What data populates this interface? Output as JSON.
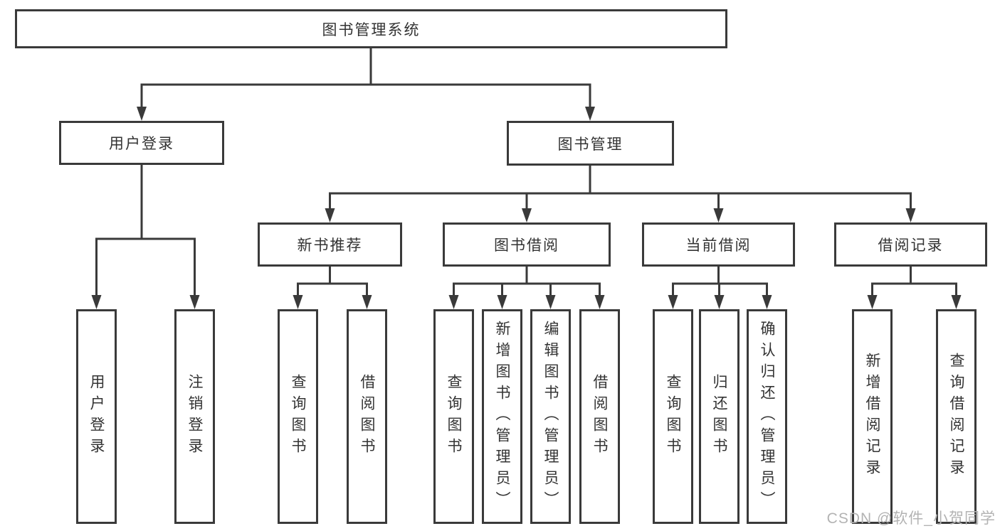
{
  "diagram": {
    "watermark": "CSDN @软件_小贺同学",
    "colors": {
      "line": "#3a3a3a",
      "text": "#333333",
      "background": "#ffffff",
      "watermark": "#b3b3b3"
    },
    "nodes": {
      "root": {
        "label": "图书管理系统"
      },
      "user_login": {
        "label": "用户登录"
      },
      "book_mgmt": {
        "label": "图书管理"
      },
      "new_book_rec": {
        "label": "新书推荐"
      },
      "book_borrow": {
        "label": "图书借阅"
      },
      "current_borrow": {
        "label": "当前借阅"
      },
      "borrow_records": {
        "label": "借阅记录"
      },
      "user_login_leaf": {
        "label": "用户登录"
      },
      "logout_leaf": {
        "label": "注销登录"
      },
      "rec_query_books": {
        "label": "查询图书"
      },
      "rec_borrow_books": {
        "label": "借阅图书"
      },
      "bb_query_books": {
        "label": "查询图书"
      },
      "bb_add_books": {
        "label": "新增图书（管理员）"
      },
      "bb_edit_books": {
        "label": "编辑图书（管理员）"
      },
      "bb_borrow_books": {
        "label": "借阅图书"
      },
      "cb_query_books": {
        "label": "查询图书"
      },
      "cb_return_books": {
        "label": "归还图书"
      },
      "cb_confirm_return": {
        "label": "确认归还（管理员）"
      },
      "br_add_record": {
        "label": "新增借阅记录"
      },
      "br_query_record": {
        "label": "查询借阅记录"
      }
    }
  }
}
